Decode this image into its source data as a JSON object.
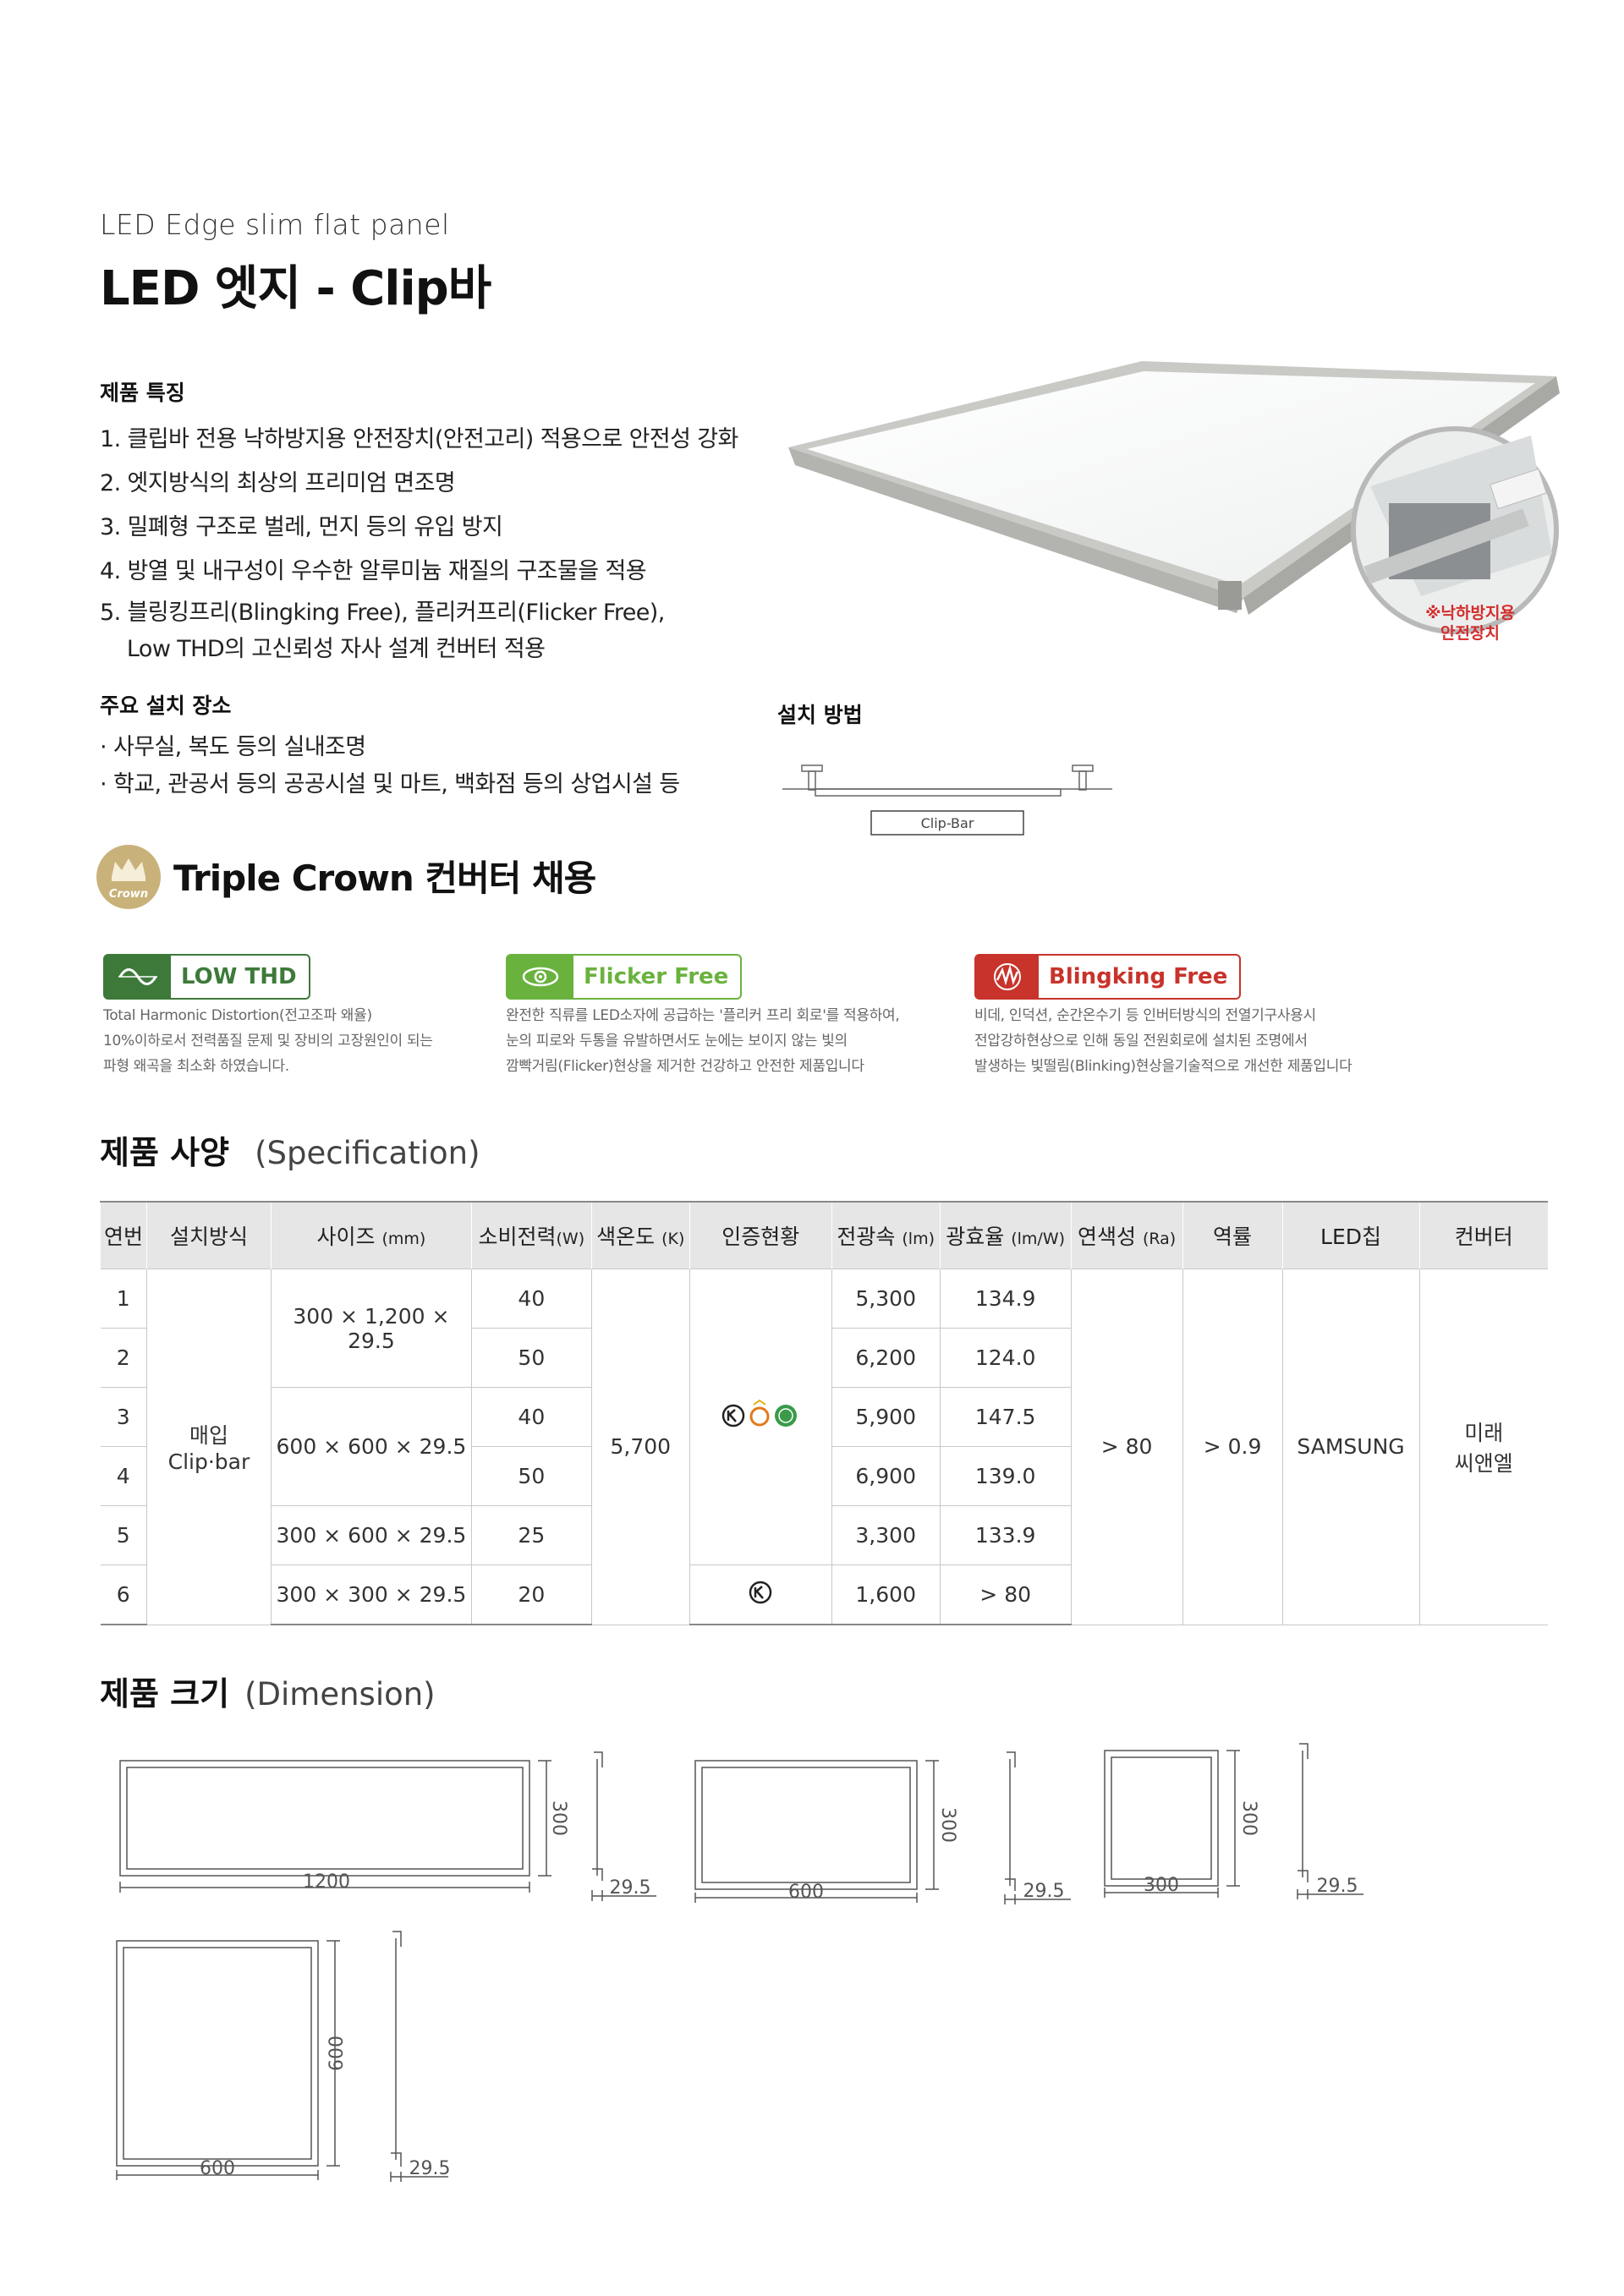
{
  "header": {
    "eng_title": "LED Edge slim flat panel",
    "title": "LED 엣지  - Clip바"
  },
  "features": {
    "heading": "제품 특징",
    "items": [
      "1. 클립바 전용 낙하방지용 안전장치(안전고리) 적용으로 안전성 강화",
      "2. 엣지방식의 최상의 프리미엄 면조명",
      "3. 밀폐형 구조로 벌레, 먼지 등의 유입 방지",
      "4. 방열 및 내구성이 우수한  알루미늄 재질의 구조물을 적용",
      "5. 블링킹프리(Blingking Free), 플리커프리(Flicker Free),",
      "    Low THD의 고신뢰성 자사 설계 컨버터 적용"
    ]
  },
  "install_places": {
    "heading": "주요 설치 장소",
    "items": [
      "· 사무실, 복도 등의 실내조명",
      "· 학교, 관공서 등의 공공시설 및 마트, 백화점 등의 상업시설 등"
    ]
  },
  "product_image": {
    "callout_line1": "※낙하방지용",
    "callout_line2": "안전장치"
  },
  "install_method": {
    "heading": "설치 방법",
    "clip_label": "Clip-Bar"
  },
  "crown": {
    "logo_text": "Crown",
    "title": "Triple Crown 컨버터 채용"
  },
  "badges": [
    {
      "label": "LOW THD",
      "color": "#3d7a3a",
      "icon": "sine-wave-icon",
      "desc": [
        "Total Harmonic Distortion(전고조파 왜율)",
        "10%이하로서 전력품질 문제 및 장비의 고장원인이 되는",
        "파형 왜곡을 최소화 하였습니다."
      ]
    },
    {
      "label": "Flicker Free",
      "color": "#6ab23e",
      "icon": "eye-icon",
      "desc": [
        "완전한 직류를 LED소자에 공급하는 '플리커 프리 회로'를 적용하여,",
        "눈의 피로와 두통을 유발하면서도 눈에는 보이지 않는 빛의",
        "깜빡거림(Flicker)현상을 제거한 건강하고 안전한 제품입니다"
      ]
    },
    {
      "label": "Blingking Free",
      "color": "#c8332b",
      "icon": "spark-icon",
      "desc": [
        "비데, 인덕션, 순간온수기 등 인버터방식의 전열기구사용시",
        "전압강하현상으로 인해 동일 전원회로에 설치된 조명에서",
        "발생하는 빛떨림(Blinking)현상을기술적으로 개선한 제품입니다"
      ]
    }
  ],
  "spec": {
    "heading": "제품 사양",
    "heading_en": "(Specification)",
    "headers": {
      "no": "연번",
      "method": "설치방식",
      "size": "사이즈",
      "size_unit": "(mm)",
      "power": "소비전력",
      "power_unit": "(W)",
      "cct": "색온도",
      "cct_unit": "(K)",
      "cert": "인증현황",
      "flux": "전광속",
      "flux_unit": "(lm)",
      "efficacy": "광효율",
      "efficacy_unit": "(lm/W)",
      "cri": "연색성",
      "cri_unit": "(Ra)",
      "pf": "역률",
      "chip": "LED칩",
      "converter": "컨버터"
    },
    "method_line1": "매입",
    "method_line2": "Clip·bar",
    "cct_value": "5,700",
    "cri_value": "> 80",
    "pf_value": "> 0.9",
    "chip_value": "SAMSUNG",
    "converter_line1": "미래",
    "converter_line2": "씨앤엘",
    "rows": [
      {
        "no": "1",
        "size": "300 × 1,200 × 29.5",
        "power": "40",
        "flux": "5,300",
        "efficacy": "134.9"
      },
      {
        "no": "2",
        "size": "",
        "power": "50",
        "flux": "6,200",
        "efficacy": "124.0"
      },
      {
        "no": "3",
        "size": "600 × 600 × 29.5",
        "power": "40",
        "flux": "5,900",
        "efficacy": "147.5"
      },
      {
        "no": "4",
        "size": "",
        "power": "50",
        "flux": "6,900",
        "efficacy": "139.0"
      },
      {
        "no": "5",
        "size": "300 × 600 × 29.5",
        "power": "25",
        "flux": "3,300",
        "efficacy": "133.9"
      },
      {
        "no": "6",
        "size": "300 × 300 × 29.5",
        "power": "20",
        "flux": "1,600",
        "efficacy": "> 80"
      }
    ]
  },
  "dimension": {
    "heading": "제품 크기",
    "heading_en": "(Dimension)",
    "drawings": [
      {
        "width": "1200",
        "height": "300",
        "depth": "29.5"
      },
      {
        "width": "600",
        "height": "300",
        "depth": "29.5"
      },
      {
        "width": "300",
        "height": "300",
        "depth": "29.5"
      },
      {
        "width": "600",
        "height": "600",
        "depth": "29.5"
      }
    ]
  }
}
